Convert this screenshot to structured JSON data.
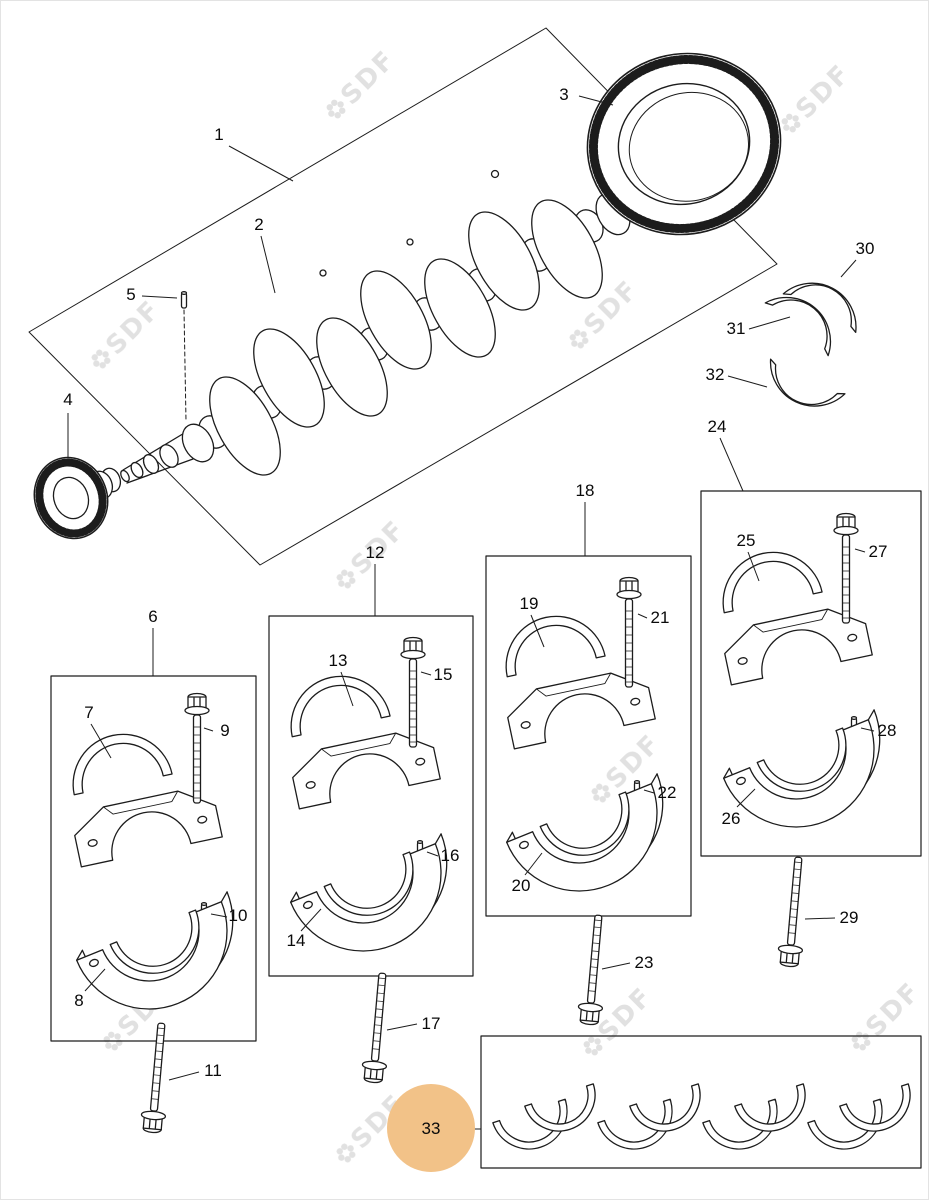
{
  "diagram": {
    "watermark": "SDF",
    "callouts": [
      "1",
      "2",
      "3",
      "4",
      "5",
      "6",
      "7",
      "8",
      "9",
      "10",
      "11",
      "12",
      "13",
      "14",
      "15",
      "16",
      "17",
      "18",
      "19",
      "20",
      "21",
      "22",
      "23",
      "24",
      "25",
      "26",
      "27",
      "28",
      "29",
      "30",
      "31",
      "32",
      "33"
    ],
    "highlight": {
      "callout": "33",
      "color": "#f2c288"
    },
    "line_color": "#1c1c1c",
    "watermark_color": "#c9c9c9"
  }
}
